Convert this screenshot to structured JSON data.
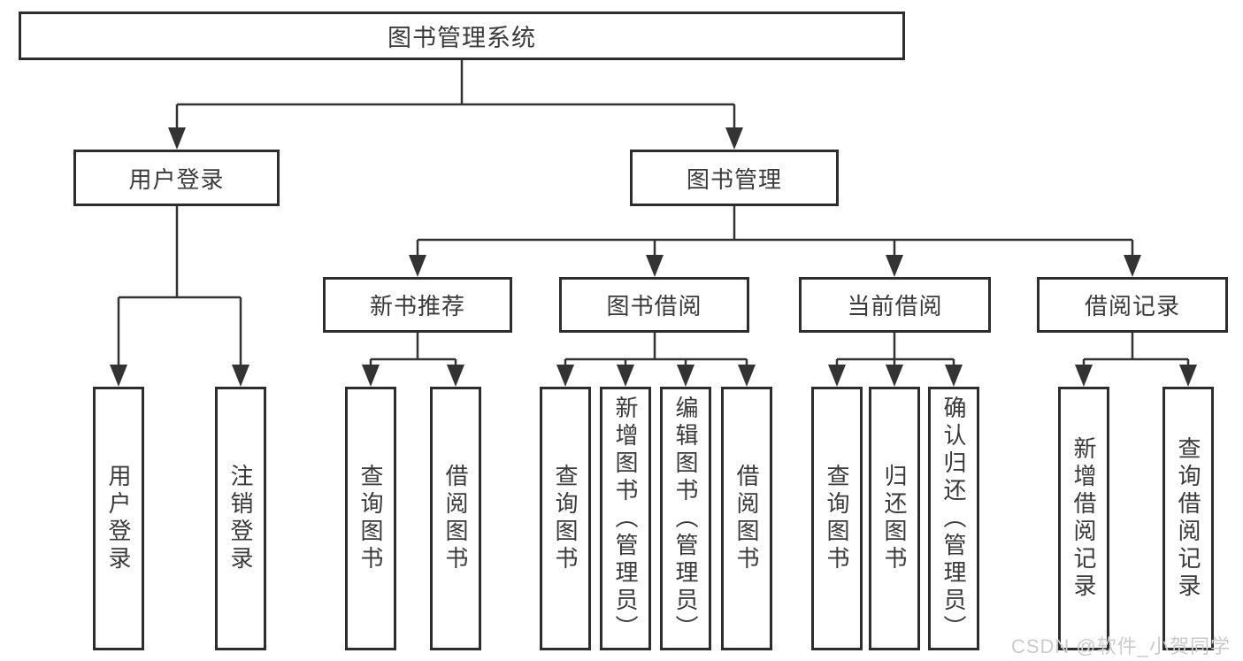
{
  "tree": {
    "label": "图书管理系统",
    "children": [
      {
        "label": "用户登录",
        "children": [
          {
            "label": "用户登录"
          },
          {
            "label": "注销登录"
          }
        ]
      },
      {
        "label": "图书管理",
        "children": [
          {
            "label": "新书推荐",
            "children": [
              {
                "label": "查询图书"
              },
              {
                "label": "借阅图书"
              }
            ]
          },
          {
            "label": "图书借阅",
            "children": [
              {
                "label": "查询图书"
              },
              {
                "label": "新增图书（管理员）"
              },
              {
                "label": "编辑图书（管理员）"
              },
              {
                "label": "借阅图书"
              }
            ]
          },
          {
            "label": "当前借阅",
            "children": [
              {
                "label": "查询图书"
              },
              {
                "label": "归还图书"
              },
              {
                "label": "确认归还（管理员）"
              }
            ]
          },
          {
            "label": "借阅记录",
            "children": [
              {
                "label": "新增借阅记录"
              },
              {
                "label": "查询借阅记录"
              }
            ]
          }
        ]
      }
    ]
  },
  "watermark": {
    "text": "CSDN @软件_小贺同学"
  },
  "colors": {
    "line": "#333333",
    "box_border": "#2d2d2d",
    "text": "#3a3a3a",
    "background": "#ffffff",
    "watermark": "#cbcbcb"
  }
}
